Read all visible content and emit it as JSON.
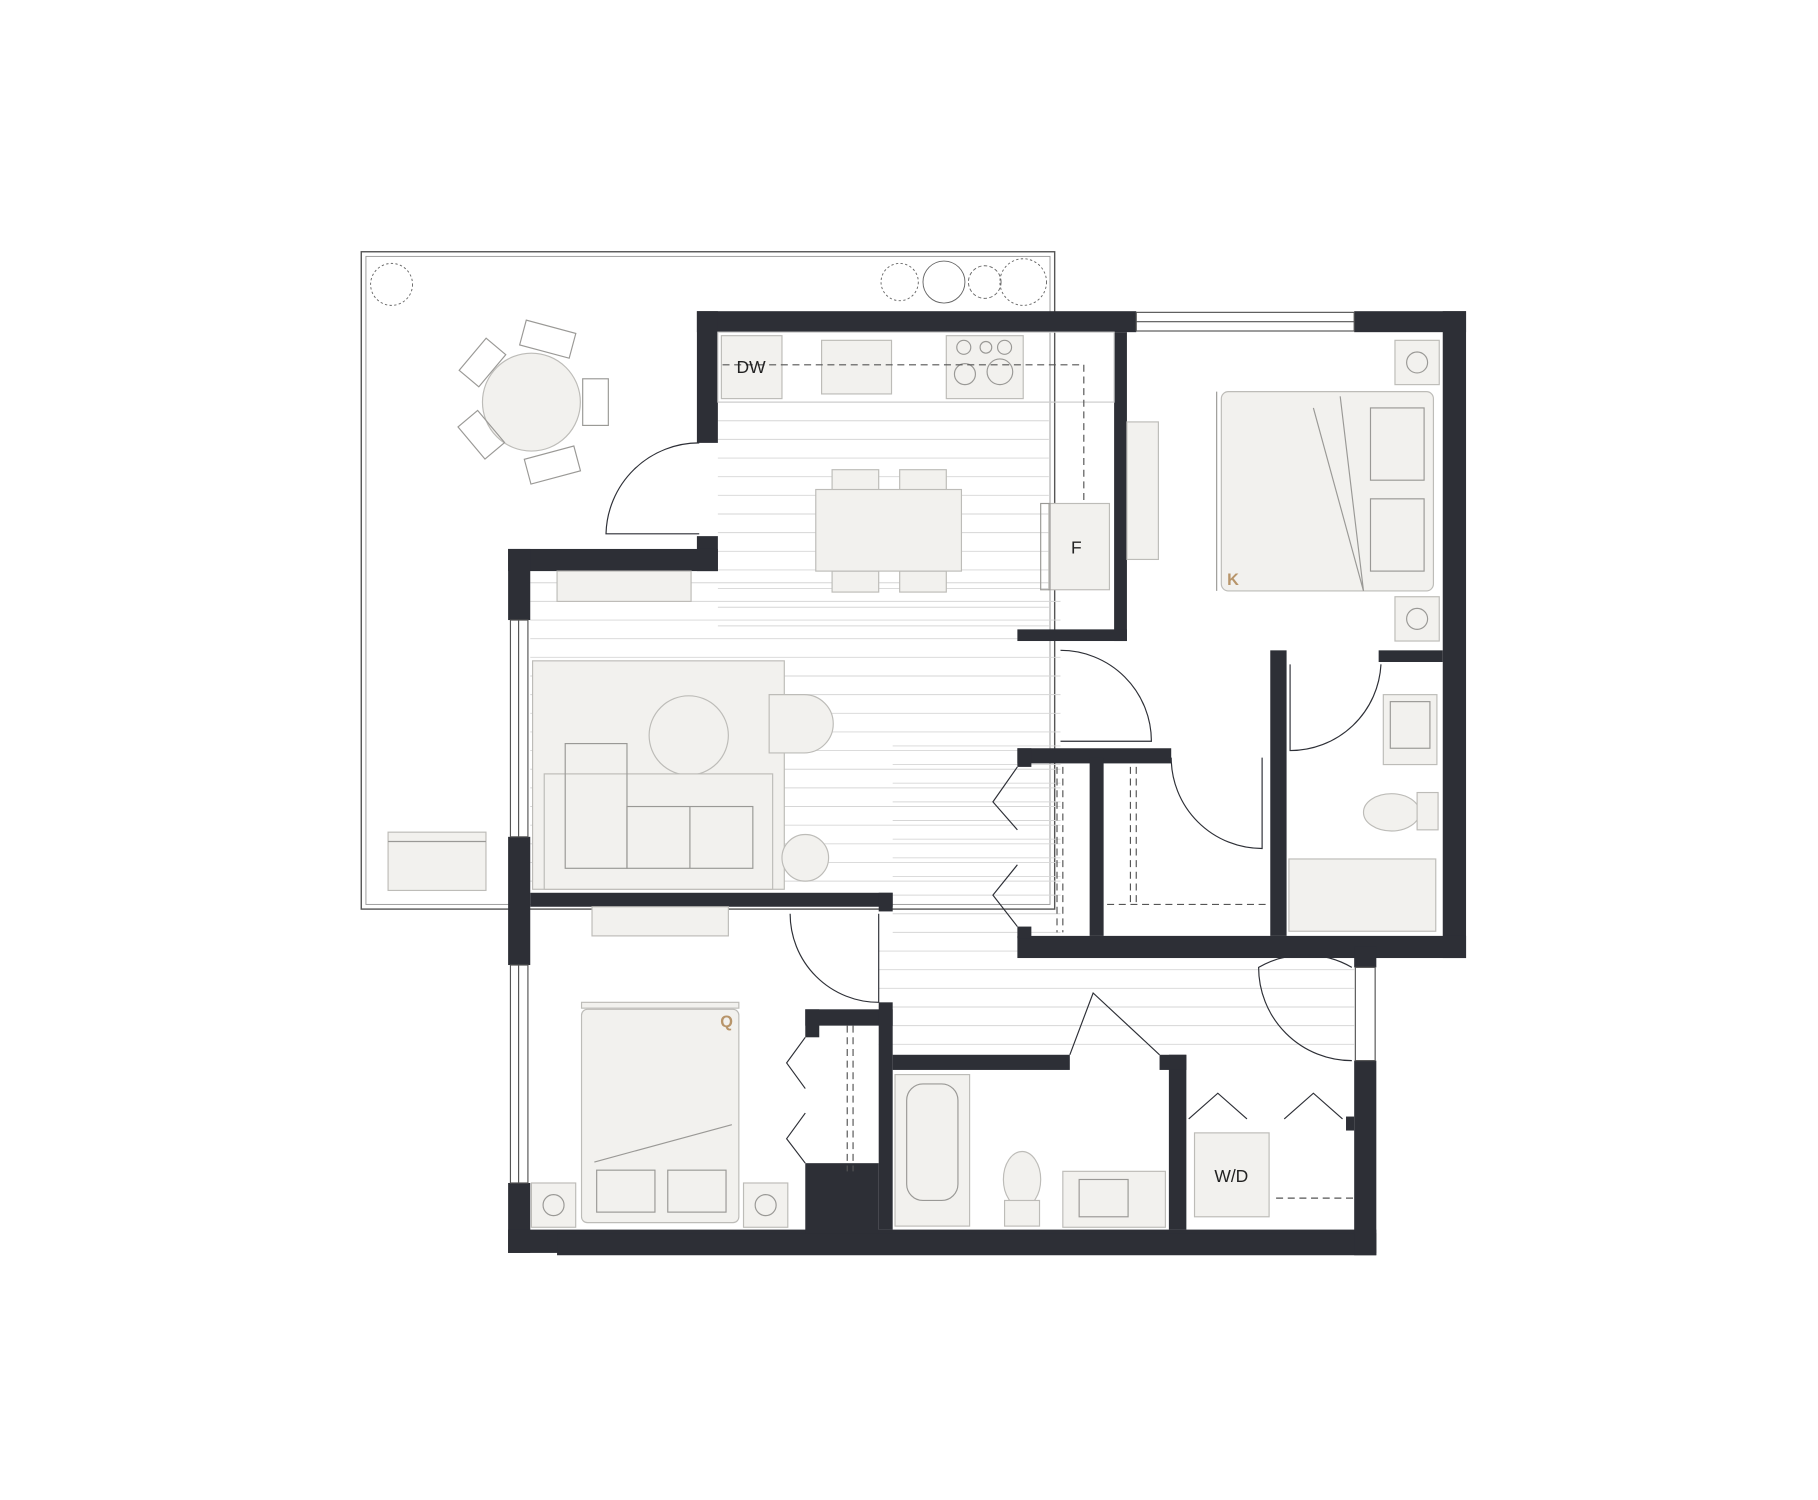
{
  "plan": {
    "labels": {
      "dishwasher": "DW",
      "fridge": "F",
      "king_bed": "K",
      "queen_bed": "Q",
      "washer_dryer": "W/D"
    },
    "colors": {
      "wall": "#2d2f36",
      "furniture": "#f2f1ee",
      "bed_label": "#b8956a"
    }
  }
}
